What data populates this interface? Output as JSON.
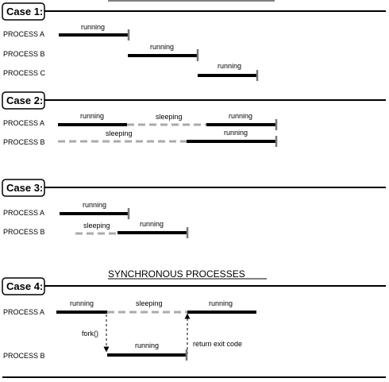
{
  "cases": [
    {
      "label": "Case 1:",
      "processes": [
        {
          "name": "PROCESS A",
          "segments": [
            {
              "state": "running",
              "label": "running"
            }
          ]
        },
        {
          "name": "PROCESS B",
          "segments": [
            {
              "state": "running",
              "label": "running"
            }
          ]
        },
        {
          "name": "PROCESS C",
          "segments": [
            {
              "state": "running",
              "label": "running"
            }
          ]
        }
      ]
    },
    {
      "label": "Case 2:",
      "processes": [
        {
          "name": "PROCESS A",
          "segments": [
            {
              "state": "running",
              "label": "running"
            },
            {
              "state": "sleeping",
              "label": "sleeping"
            },
            {
              "state": "running",
              "label": "running"
            }
          ]
        },
        {
          "name": "PROCESS B",
          "segments": [
            {
              "state": "sleeping",
              "label": "sleeping"
            },
            {
              "state": "running",
              "label": "running"
            }
          ]
        }
      ]
    },
    {
      "label": "Case 3:",
      "processes": [
        {
          "name": "PROCESS A",
          "segments": [
            {
              "state": "running",
              "label": "running"
            }
          ]
        },
        {
          "name": "PROCESS B",
          "segments": [
            {
              "state": "sleeping",
              "label": "sleeping"
            },
            {
              "state": "running",
              "label": "running"
            }
          ]
        }
      ]
    },
    {
      "label": "Case 4:",
      "heading": "SYNCHRONOUS PROCESSES",
      "processes": [
        {
          "name": "PROCESS A",
          "segments": [
            {
              "state": "running",
              "label": "running"
            },
            {
              "state": "sleeping",
              "label": "sleeping"
            },
            {
              "state": "running",
              "label": "running"
            }
          ]
        },
        {
          "name": "PROCESS B",
          "segments": [
            {
              "state": "running",
              "label": "running"
            }
          ]
        }
      ],
      "arrows": {
        "fork": "fork()",
        "return": "return exit code"
      }
    }
  ],
  "colors": {
    "running": "#000000",
    "sleeping": "#aaaaaa",
    "end_tick": "#777777"
  }
}
